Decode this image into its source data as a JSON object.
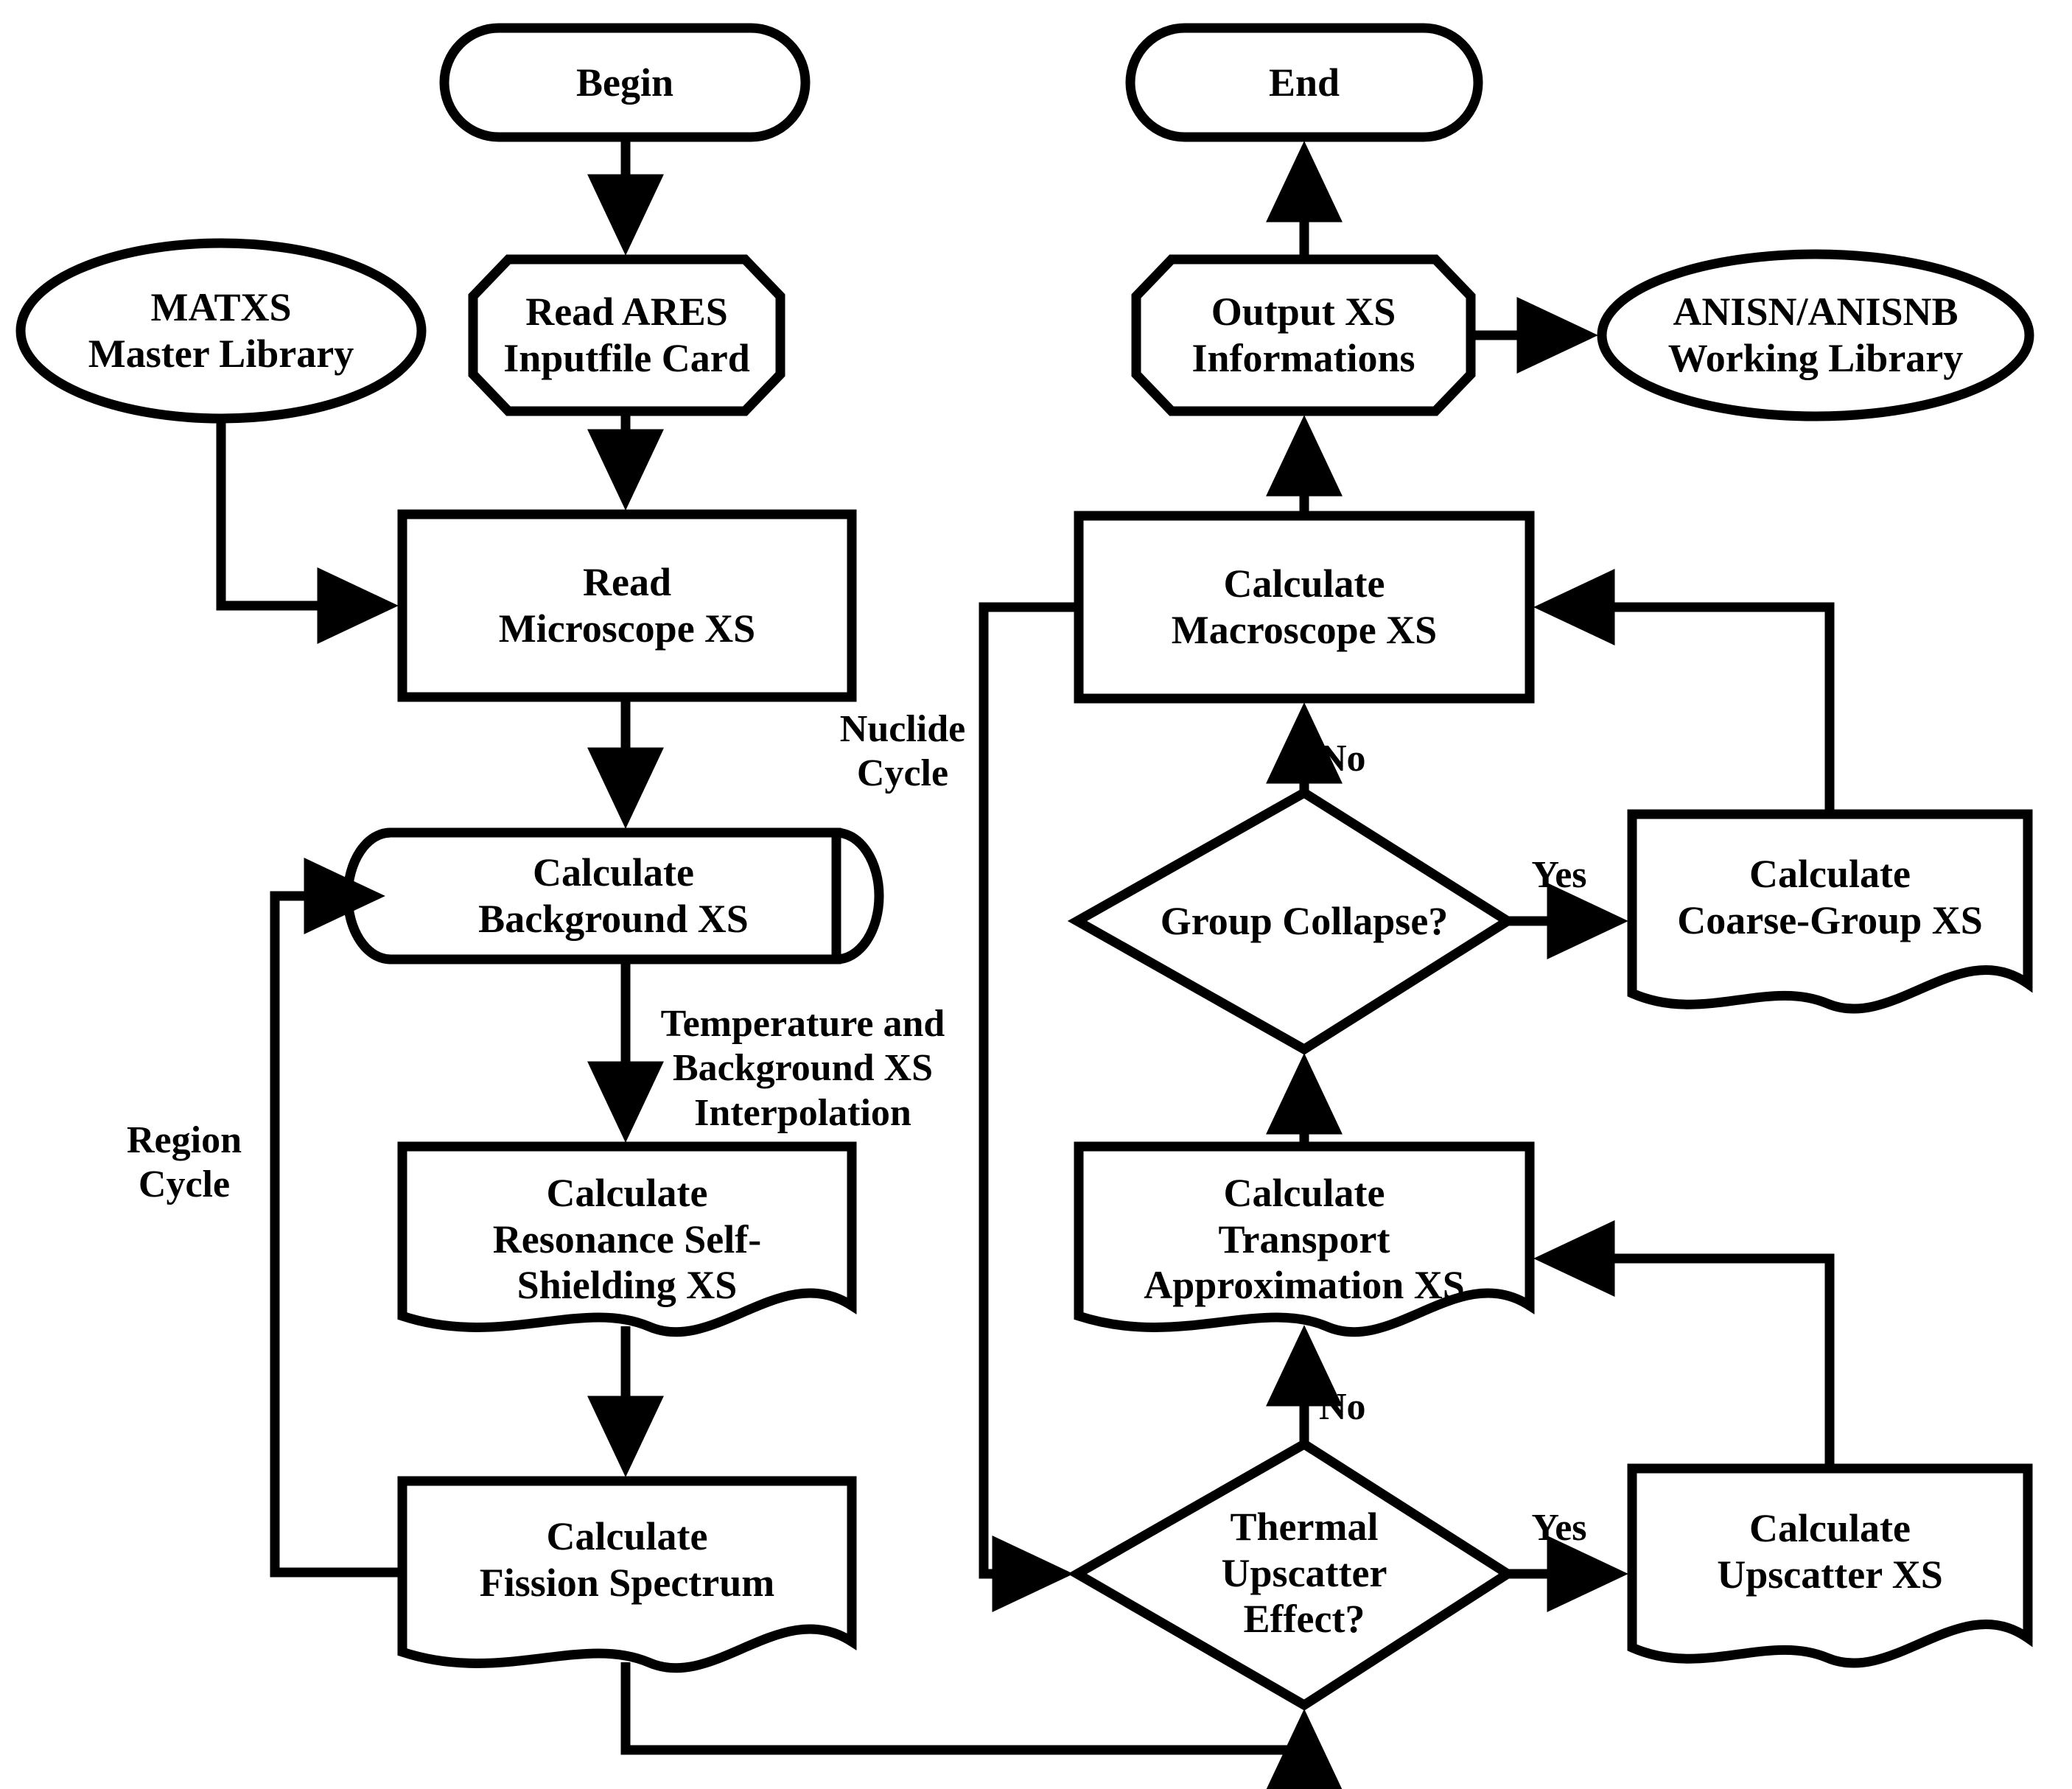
{
  "diagram": {
    "title": "ARES cross-section processing flowchart",
    "stroke_color": "#000000",
    "fill_color": "#ffffff",
    "nodes": [
      {
        "id": "begin",
        "shape": "terminator",
        "label": "Begin"
      },
      {
        "id": "end",
        "shape": "terminator",
        "label": "End"
      },
      {
        "id": "matxs",
        "shape": "ellipse",
        "label": "MATXS\nMaster Library"
      },
      {
        "id": "read_ares",
        "shape": "octagon",
        "label": "Read ARES\nInputfile Card"
      },
      {
        "id": "output_xs",
        "shape": "octagon",
        "label": "Output XS\nInformations"
      },
      {
        "id": "anisn",
        "shape": "ellipse",
        "label": "ANISN/ANISNB\nWorking Library"
      },
      {
        "id": "read_micro",
        "shape": "rect",
        "label": "Read\nMicroscope XS"
      },
      {
        "id": "calc_macro",
        "shape": "rect",
        "label": "Calculate\nMacroscope XS"
      },
      {
        "id": "calc_bg",
        "shape": "cylinder",
        "label": "Calculate\nBackground XS"
      },
      {
        "id": "group_col",
        "shape": "diamond",
        "label": "Group Collapse?"
      },
      {
        "id": "calc_coarse",
        "shape": "document",
        "label": "Calculate\nCoarse-Group  XS"
      },
      {
        "id": "calc_reson",
        "shape": "document",
        "label": "Calculate\nResonance Self-\nShielding XS"
      },
      {
        "id": "calc_trans",
        "shape": "document",
        "label": "Calculate\nTransport\nApproximation XS"
      },
      {
        "id": "calc_fission",
        "shape": "document",
        "label": "Calculate\nFission Spectrum"
      },
      {
        "id": "thermal_up",
        "shape": "diamond",
        "label": "Thermal\nUpscatter\nEffect?"
      },
      {
        "id": "calc_upsc",
        "shape": "document",
        "label": "Calculate\nUpscatter  XS"
      }
    ],
    "edge_labels": [
      {
        "id": "nuclide_cycle",
        "text": "Nuclide\nCycle"
      },
      {
        "id": "region_cycle",
        "text": "Region\nCycle"
      },
      {
        "id": "temp_interp",
        "text": "Temperature and\nBackground XS\nInterpolation"
      },
      {
        "id": "no_group",
        "text": "No"
      },
      {
        "id": "yes_group",
        "text": "Yes"
      },
      {
        "id": "no_thermal",
        "text": "No"
      },
      {
        "id": "yes_thermal",
        "text": "Yes"
      }
    ]
  }
}
